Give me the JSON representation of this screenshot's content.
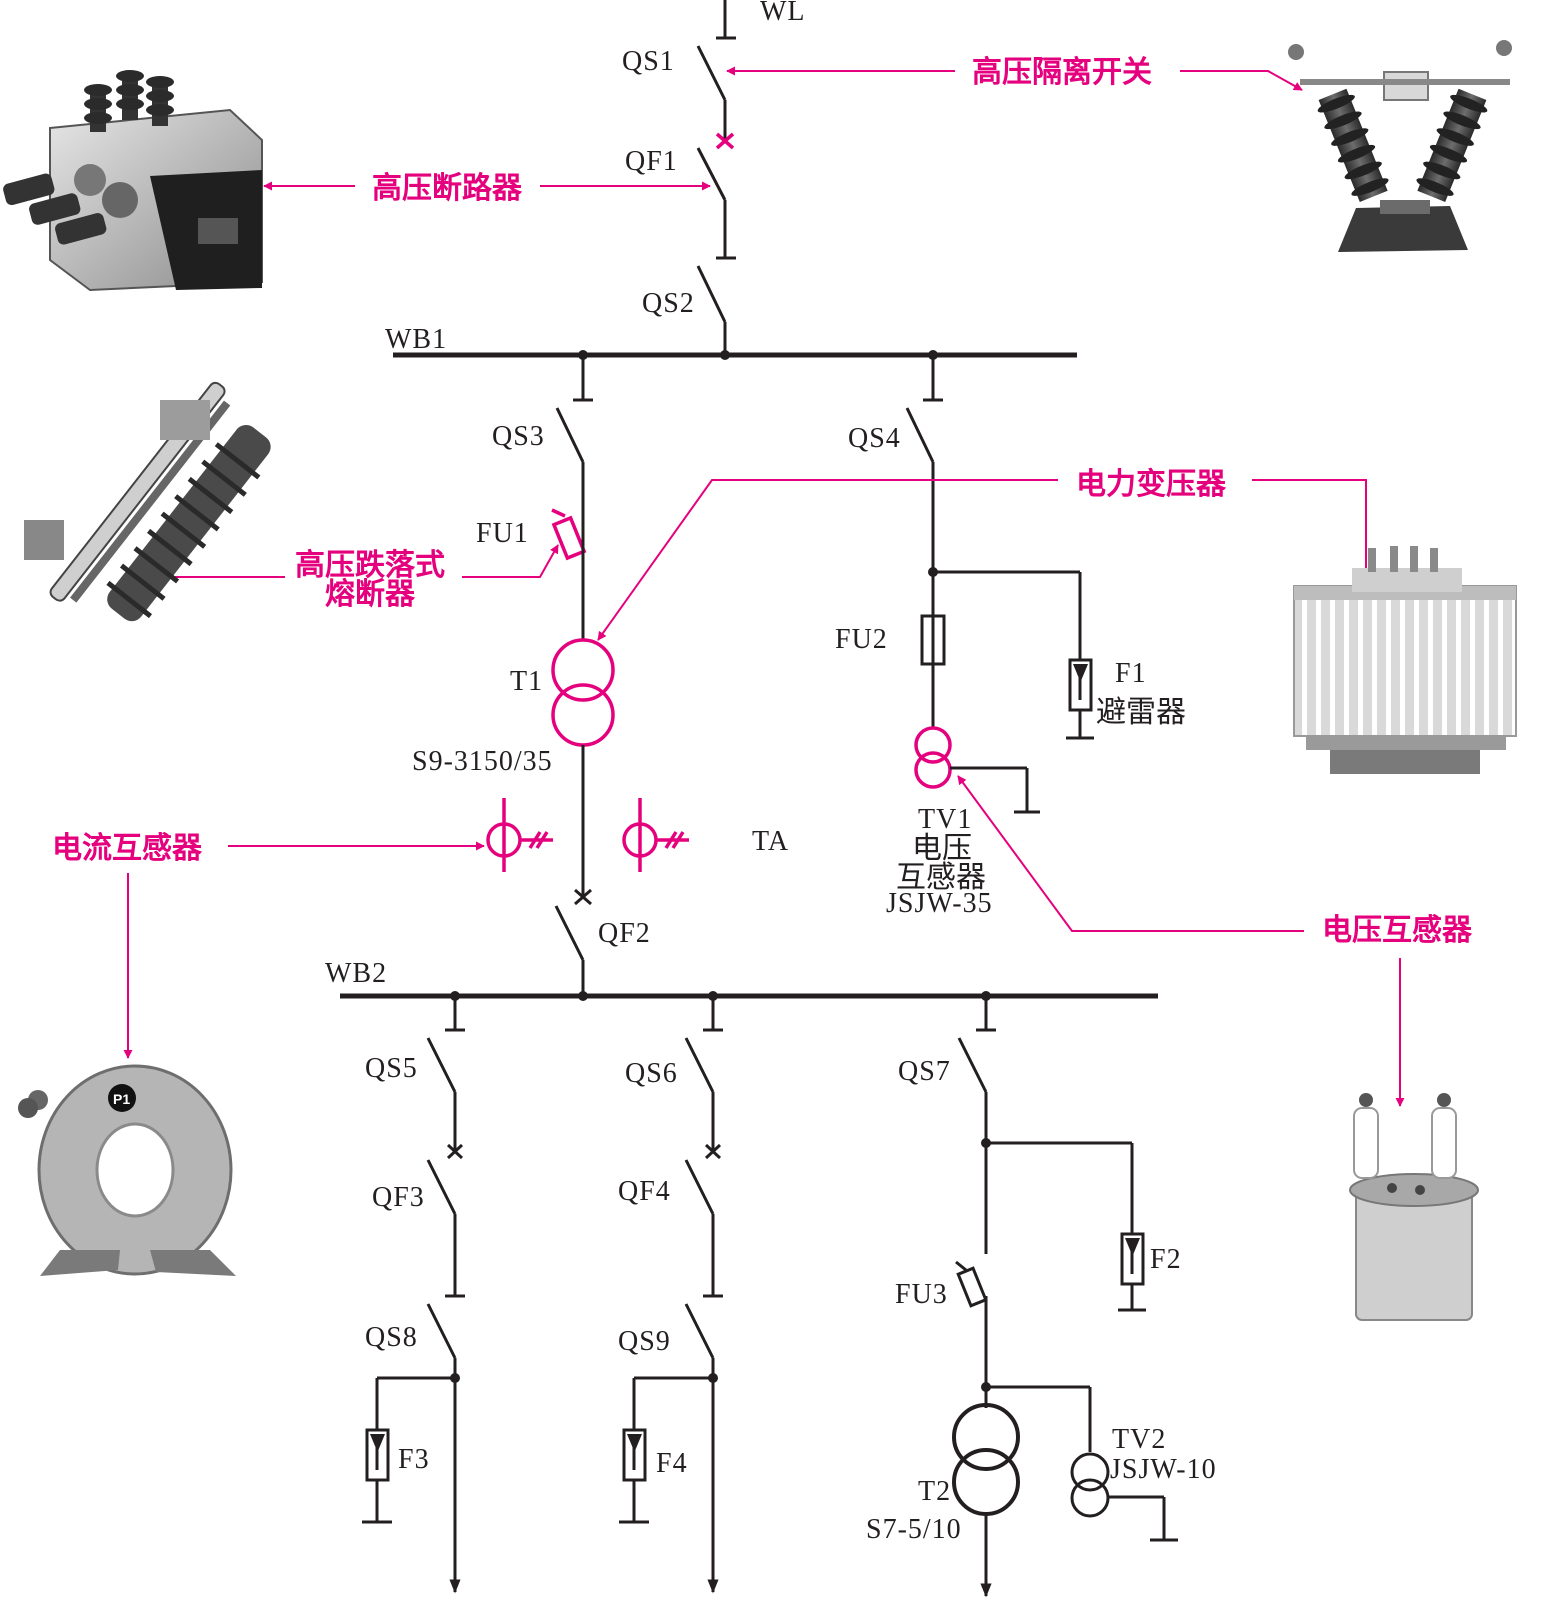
{
  "colors": {
    "line": "#231f20",
    "accent": "#e5007e"
  },
  "labels": {
    "wl": "WL",
    "qs1": "QS1",
    "qf1": "QF1",
    "qs2": "QS2",
    "wb1": "WB1",
    "qs3": "QS3",
    "qs4": "QS4",
    "fu1": "FU1",
    "fu2": "FU2",
    "f1": "F1",
    "t1": "T1",
    "t1_model": "S9-3150/35",
    "ta": "TA",
    "tv1": "TV1",
    "tv1_name1": "电压",
    "tv1_name2": "互感器",
    "tv1_model": "JSJW-35",
    "qf2": "QF2",
    "wb2": "WB2",
    "qs5": "QS5",
    "qs6": "QS6",
    "qs7": "QS7",
    "qf3": "QF3",
    "qf4": "QF4",
    "qs8": "QS8",
    "qs9": "QS9",
    "fu3": "FU3",
    "f2": "F2",
    "f3": "F3",
    "f4": "F4",
    "t2": "T2",
    "t2_model": "S7-5/10",
    "tv2": "TV2",
    "tv2_model": "JSJW-10",
    "arrester": "避雷器"
  },
  "callouts": {
    "isolator": "高压隔离开关",
    "breaker": "高压断路器",
    "dropout_fuse_1": "高压跌落式",
    "dropout_fuse_2": "熔断器",
    "power_transformer": "电力变压器",
    "current_transformer": "电流互感器",
    "voltage_transformer": "电压互感器"
  },
  "photos": {
    "breaker": "breaker-photo",
    "isolator": "isolator-photo",
    "fuse": "dropout-fuse-photo",
    "transformer": "power-transformer-photo",
    "ct": "current-transformer-photo",
    "vt": "voltage-transformer-photo"
  }
}
